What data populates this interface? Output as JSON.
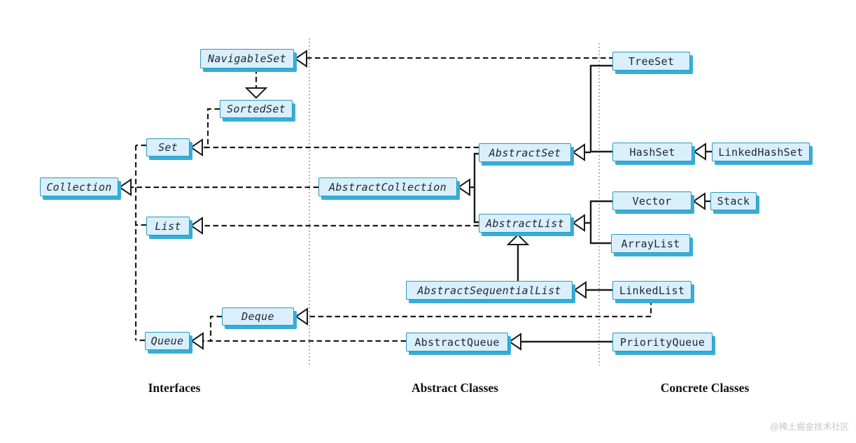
{
  "diagram": {
    "columns": [
      {
        "id": "interfaces",
        "label": "Interfaces"
      },
      {
        "id": "abstract-classes",
        "label": "Abstract Classes"
      },
      {
        "id": "concrete-classes",
        "label": "Concrete Classes"
      }
    ],
    "nodes": {
      "navigableset": {
        "label": "NavigableSet",
        "kind": "interface"
      },
      "sortedset": {
        "label": "SortedSet",
        "kind": "interface"
      },
      "set": {
        "label": "Set",
        "kind": "interface"
      },
      "collection": {
        "label": "Collection",
        "kind": "interface"
      },
      "list": {
        "label": "List",
        "kind": "interface"
      },
      "deque": {
        "label": "Deque",
        "kind": "interface"
      },
      "queue": {
        "label": "Queue",
        "kind": "interface"
      },
      "abstractset": {
        "label": "AbstractSet",
        "kind": "abstract-class"
      },
      "abstractcollection": {
        "label": "AbstractCollection",
        "kind": "abstract-class"
      },
      "abstractlist": {
        "label": "AbstractList",
        "kind": "abstract-class"
      },
      "abstractsequentiallist": {
        "label": "AbstractSequentialList",
        "kind": "abstract-class"
      },
      "abstractqueue": {
        "label": "AbstractQueue",
        "kind": "abstract-class"
      },
      "treeset": {
        "label": "TreeSet",
        "kind": "concrete-class"
      },
      "hashset": {
        "label": "HashSet",
        "kind": "concrete-class"
      },
      "linkedhashset": {
        "label": "LinkedHashSet",
        "kind": "concrete-class"
      },
      "vector": {
        "label": "Vector",
        "kind": "concrete-class"
      },
      "stack": {
        "label": "Stack",
        "kind": "concrete-class"
      },
      "arraylist": {
        "label": "ArrayList",
        "kind": "concrete-class"
      },
      "linkedlist": {
        "label": "LinkedList",
        "kind": "concrete-class"
      },
      "priorityqueue": {
        "label": "PriorityQueue",
        "kind": "concrete-class"
      }
    },
    "edges": [
      {
        "from": "SortedSet",
        "to": "Set",
        "style": "dashed-hollow-triangle"
      },
      {
        "from": "NavigableSet",
        "to": "SortedSet",
        "style": "dashed-hollow-triangle"
      },
      {
        "from": "TreeSet",
        "to": "NavigableSet",
        "style": "dashed-hollow-triangle"
      },
      {
        "from": "AbstractSet",
        "to": "Set",
        "style": "dashed-hollow-triangle"
      },
      {
        "from": "Set",
        "to": "Collection",
        "style": "dashed-hollow-triangle"
      },
      {
        "from": "List",
        "to": "Collection",
        "style": "dashed-hollow-triangle"
      },
      {
        "from": "Queue",
        "to": "Collection",
        "style": "dashed-hollow-triangle"
      },
      {
        "from": "AbstractCollection",
        "to": "Collection",
        "style": "dashed-hollow-triangle"
      },
      {
        "from": "AbstractList",
        "to": "List",
        "style": "dashed-hollow-triangle"
      },
      {
        "from": "AbstractSet",
        "to": "AbstractCollection",
        "style": "solid-hollow-triangle"
      },
      {
        "from": "AbstractList",
        "to": "AbstractCollection",
        "style": "solid-hollow-triangle"
      },
      {
        "from": "TreeSet",
        "to": "AbstractSet",
        "style": "solid-hollow-triangle"
      },
      {
        "from": "HashSet",
        "to": "AbstractSet",
        "style": "solid-hollow-triangle"
      },
      {
        "from": "LinkedHashSet",
        "to": "HashSet",
        "style": "solid-hollow-triangle"
      },
      {
        "from": "Vector",
        "to": "AbstractList",
        "style": "solid-hollow-triangle"
      },
      {
        "from": "ArrayList",
        "to": "AbstractList",
        "style": "solid-hollow-triangle"
      },
      {
        "from": "Stack",
        "to": "Vector",
        "style": "solid-hollow-triangle"
      },
      {
        "from": "AbstractSequentialList",
        "to": "AbstractList",
        "style": "solid-hollow-triangle"
      },
      {
        "from": "LinkedList",
        "to": "AbstractSequentialList",
        "style": "solid-hollow-triangle"
      },
      {
        "from": "LinkedList",
        "to": "Deque",
        "style": "dashed-hollow-triangle"
      },
      {
        "from": "Deque",
        "to": "Queue",
        "style": "dashed-hollow-triangle"
      },
      {
        "from": "AbstractQueue",
        "to": "Queue",
        "style": "dashed-hollow-triangle"
      },
      {
        "from": "PriorityQueue",
        "to": "AbstractQueue",
        "style": "solid-hollow-triangle"
      }
    ]
  },
  "watermark": "@稀土掘金技术社区",
  "colors": {
    "box-fill": "#d9effb",
    "box-border": "#2e98bd",
    "box-shadow": "#35aed8",
    "box-text": "#1d2733",
    "line-color": "#1a1a1a"
  }
}
